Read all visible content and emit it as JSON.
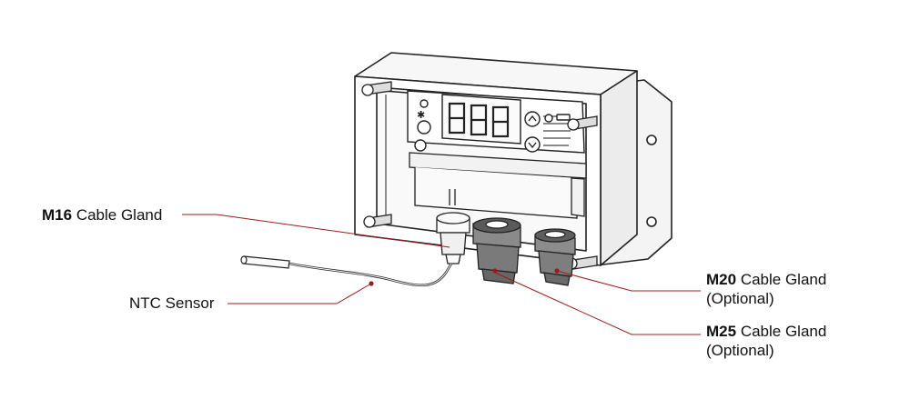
{
  "labels": {
    "m16": {
      "code": "M16",
      "text": "Cable Gland"
    },
    "ntc": {
      "text": "NTC Sensor"
    },
    "m20": {
      "code": "M20",
      "text": "Cable Gland",
      "note": "(Optional)"
    },
    "m25": {
      "code": "M25",
      "text": "Cable Gland",
      "note": "(Optional)"
    }
  },
  "colors": {
    "leader_line": "#9b1c1c",
    "outline": "#222222",
    "fill": "#ffffff",
    "shade": "#e6e6e6"
  },
  "display": {
    "digits": [
      "8",
      "8",
      "8"
    ]
  }
}
